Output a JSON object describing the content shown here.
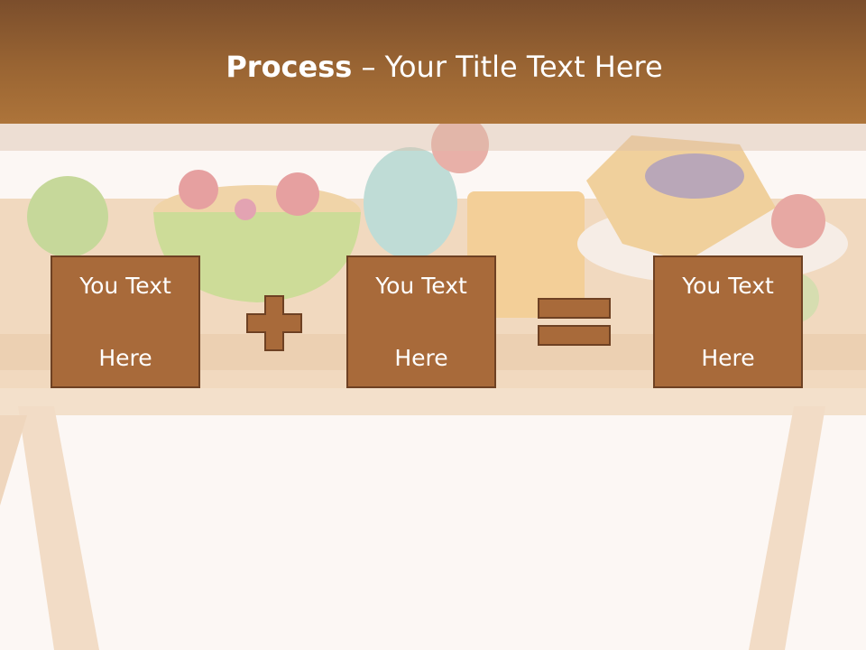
{
  "slide": {
    "title_bold": "Process",
    "title_rest": " – Your Title Text Here",
    "boxes": [
      {
        "label_line1": "You Text",
        "label_line2": "Here"
      },
      {
        "label_line1": "You Text",
        "label_line2": "Here"
      },
      {
        "label_line1": "You Text",
        "label_line2": "Here"
      }
    ],
    "operators": [
      "plus-icon",
      "equals-icon"
    ]
  },
  "colors": {
    "header": "#9a6533",
    "box_fill": "#a86a3a",
    "box_border": "#6e4123",
    "background": "#fbf6f3"
  }
}
